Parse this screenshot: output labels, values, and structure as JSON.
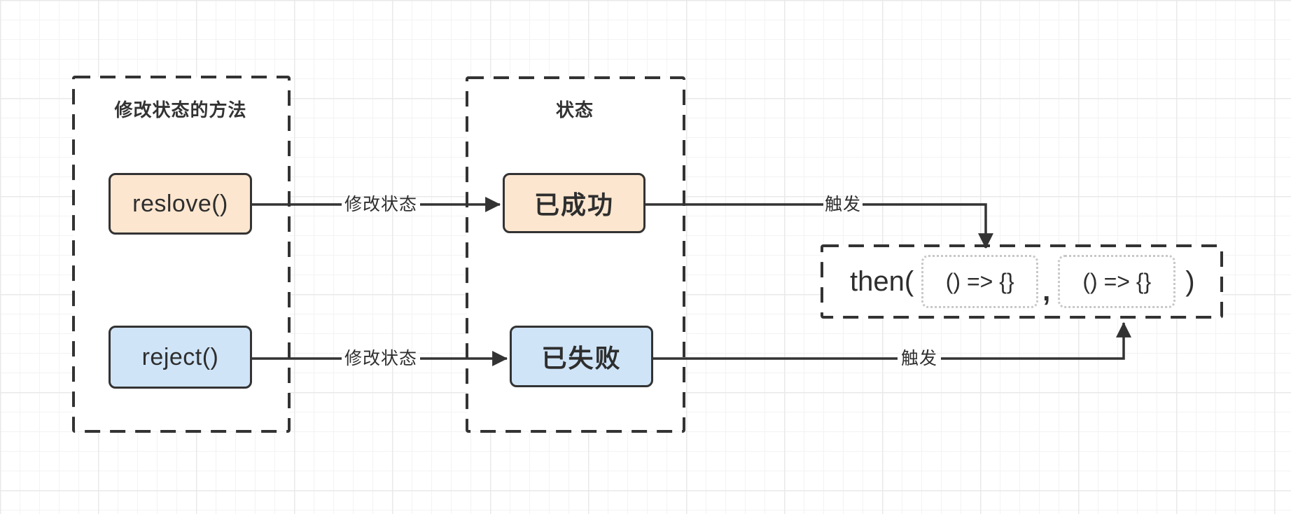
{
  "colors": {
    "stroke": "#333333",
    "peach": "#fce6cf",
    "blue": "#cfe4f7",
    "dotted": "#c8c8c8",
    "grid-minor": "#f3f3f3",
    "grid-major": "#e9e9e9",
    "bg": "#ffffff"
  },
  "groups": {
    "methods": {
      "title": "修改状态的方法",
      "items": [
        {
          "label": "reslove()",
          "variant": "peach"
        },
        {
          "label": "reject()",
          "variant": "blue"
        }
      ]
    },
    "states": {
      "title": "状态",
      "items": [
        {
          "label": "已成功",
          "variant": "peach"
        },
        {
          "label": "已失败",
          "variant": "blue"
        }
      ]
    }
  },
  "then_box": {
    "prefix": "then(",
    "callback1": "() => {}",
    "separator": ",",
    "callback2": "() => {}",
    "suffix": ")"
  },
  "edges": [
    {
      "label": "修改状态",
      "from": "reslove()",
      "to": "已成功"
    },
    {
      "label": "修改状态",
      "from": "reject()",
      "to": "已失败"
    },
    {
      "label": "触发",
      "from": "已成功",
      "to": "then-callback-1"
    },
    {
      "label": "触发",
      "from": "已失败",
      "to": "then-callback-2"
    }
  ]
}
